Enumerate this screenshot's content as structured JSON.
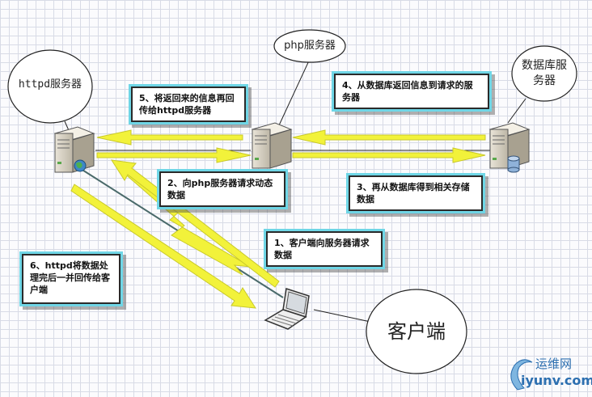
{
  "nodes": {
    "httpd": "httpd服务器",
    "php": "php服务器",
    "database": "数据库服务器",
    "client": "客户端"
  },
  "callouts": {
    "step1": "1、客户端向服务器请求数据",
    "step2": "2、向php服务器请求动态数据",
    "step3": "3、再从数据库得到相关存储数据",
    "step4": "4、从数据库返回信息到请求的服务器",
    "step5": "5、将返回来的信息再回传给httpd服务器",
    "step6": "6、httpd将数据处理完后一并回传给客户端"
  },
  "watermark": {
    "top": "运维网",
    "bottom": "iyunv.com"
  },
  "colors": {
    "arrow_fill": "#f2f23a",
    "arrow_stroke": "#c9c92a",
    "callout_border": "#6fd6e6",
    "watermark": "#2c6fb0"
  }
}
